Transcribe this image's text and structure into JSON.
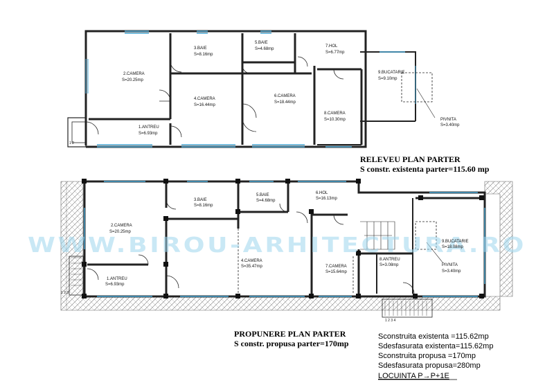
{
  "watermark": "WWW.BIROU-ARHITECTURA.RO",
  "existing": {
    "title": "RELEVEU PLAN PARTER",
    "subtitle": "S constr. existenta parter=115.60 mp",
    "rooms": [
      {
        "name": "2.CAMERA",
        "area": "S=20.25mp"
      },
      {
        "name": "3.BAIE",
        "area": "S=8.16mp"
      },
      {
        "name": "5.BAIE",
        "area": "S=4.68mp"
      },
      {
        "name": "7.HOL",
        "area": "S=6.77mp"
      },
      {
        "name": "9.BUCATARIE",
        "area": "S=9.10mp"
      },
      {
        "name": "4.CAMERA",
        "area": "S=16.44mp"
      },
      {
        "name": "6.CAMERA",
        "area": "S=18.44mp"
      },
      {
        "name": "8.CAMERA",
        "area": "S=10.30mp"
      },
      {
        "name": "1.ANTREU",
        "area": "S=6.93mp"
      },
      {
        "name": "PIVNITA",
        "area": "S=3.40mp"
      }
    ],
    "step_label": "1 2"
  },
  "proposed": {
    "title": "PROPUNERE PLAN PARTER",
    "subtitle": "S constr. propusa parter=170mp",
    "rooms": [
      {
        "name": "2.CAMERA",
        "area": "S=20.25mp"
      },
      {
        "name": "3.BAIE",
        "area": "S=8.16mp"
      },
      {
        "name": "5.BAIE",
        "area": "S=4.68mp"
      },
      {
        "name": "6.HOL",
        "area": "S=16.13mp"
      },
      {
        "name": "4.CAMERA",
        "area": "S=35.47mp"
      },
      {
        "name": "7.CAMERA",
        "area": "S=15.64mp"
      },
      {
        "name": "8.ANTREU",
        "area": "S=3.08mp"
      },
      {
        "name": "9.BUCATARIE",
        "area": "S=18.08mp"
      },
      {
        "name": "1.ANTREU",
        "area": "S=6.93mp"
      },
      {
        "name": "PIVNITA",
        "area": "S=3.40mp"
      }
    ],
    "step_label_left": "1 2 3",
    "step_label_bottom": "1 2 3 4"
  },
  "stats": [
    "Sconstruita existenta =115.62mp",
    "Sdesfasurata existenta=115.62mp",
    "Sconstruita propusa =170mp",
    "Sdesfasurata propusa=280mp"
  ],
  "building_type": "LOCUINTA P→P+1E"
}
